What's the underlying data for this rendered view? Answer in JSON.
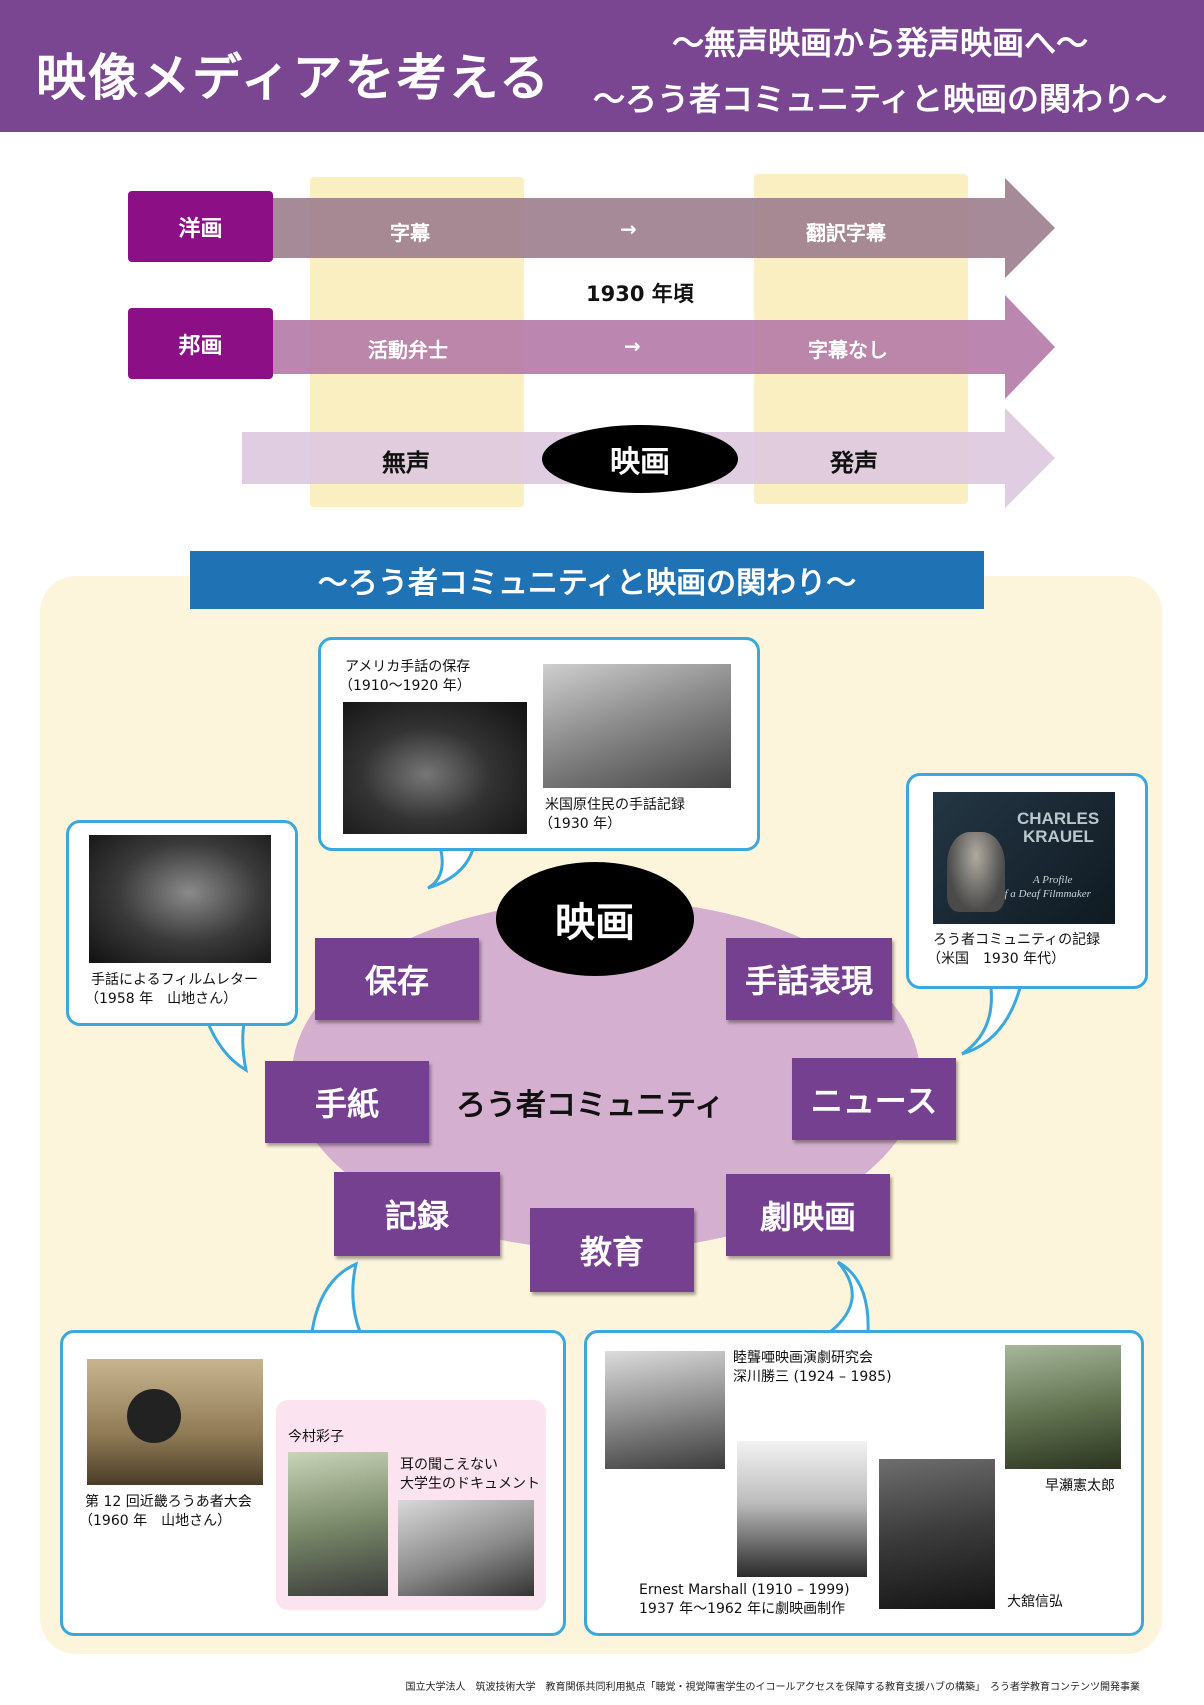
{
  "header": {
    "title": "映像メディアを考える",
    "subtitle1": "〜無声映画から発声映画へ〜",
    "subtitle2": "〜ろう者コミュニティと映画の関わり〜"
  },
  "timeline": {
    "western": {
      "label": "洋画",
      "before": "字幕",
      "arrow": "→",
      "after": "翻訳字幕"
    },
    "year": "1930 年頃",
    "japanese": {
      "label": "邦画",
      "before": "活動弁士",
      "arrow": "→",
      "after": "字幕なし"
    },
    "film": {
      "before": "無声",
      "center": "映画",
      "after": "発声"
    }
  },
  "section": {
    "title": "〜ろう者コミュニティと映画の関わり〜"
  },
  "hub": {
    "center": "映画",
    "community": "ろう者コミュニティ",
    "nodes": {
      "preservation": "保存",
      "sign_expression": "手話表現",
      "letter": "手紙",
      "news": "ニュース",
      "record": "記録",
      "education": "教育",
      "feature": "劇映画"
    }
  },
  "callouts": {
    "top": {
      "cap1_line1": "アメリカ手話の保存",
      "cap1_line2": "（1910〜1920 年）",
      "cap2_line1": "米国原住民の手話記録",
      "cap2_line2": "（1930 年）"
    },
    "left": {
      "cap_line1": "手話によるフィルムレター",
      "cap_line2": "（1958 年　山地さん）"
    },
    "right": {
      "photo_text1": "CHARLES",
      "photo_text2": "KRAUEL",
      "photo_text3": "A Profile",
      "photo_text4": "of a Deaf Filmmaker",
      "cap_line1": "ろう者コミュニティの記録",
      "cap_line2": "（米国　1930 年代）"
    },
    "bottom_left": {
      "cap1_line1": "第 12 回近畿ろうあ者大会",
      "cap1_line2": "（1960 年　山地さん）",
      "name": "今村彩子",
      "cap2_line1": "耳の聞こえない",
      "cap2_line2": "大学生のドキュメント"
    },
    "bottom_right": {
      "cap1_line1": "睦聾唖映画演劇研究会",
      "cap1_line2": "深川勝三 (1924 – 1985)",
      "cap2": "早瀬憲太郎",
      "cap3_line1": "Ernest Marshall (1910 – 1999)",
      "cap3_line2": "1937 年〜1962 年に劇映画制作",
      "cap4": "大舘信弘"
    }
  },
  "footer": "国立大学法人　筑波技術大学　教育関係共同利用拠点「聴覚・視覚障害学生のイコールアクセスを保障する教育支援ハブの構築」　ろう者学教育コンテンツ開発事業",
  "colors": {
    "header": "#7a4591",
    "label": "#8c0f85",
    "arrow_western": "#a0808f",
    "arrow_japanese": "#b47aa7",
    "arrow_film": "#ddc8df",
    "banner": "#1f73b5",
    "node": "#75408f",
    "callout_border": "#3aa7dd"
  }
}
